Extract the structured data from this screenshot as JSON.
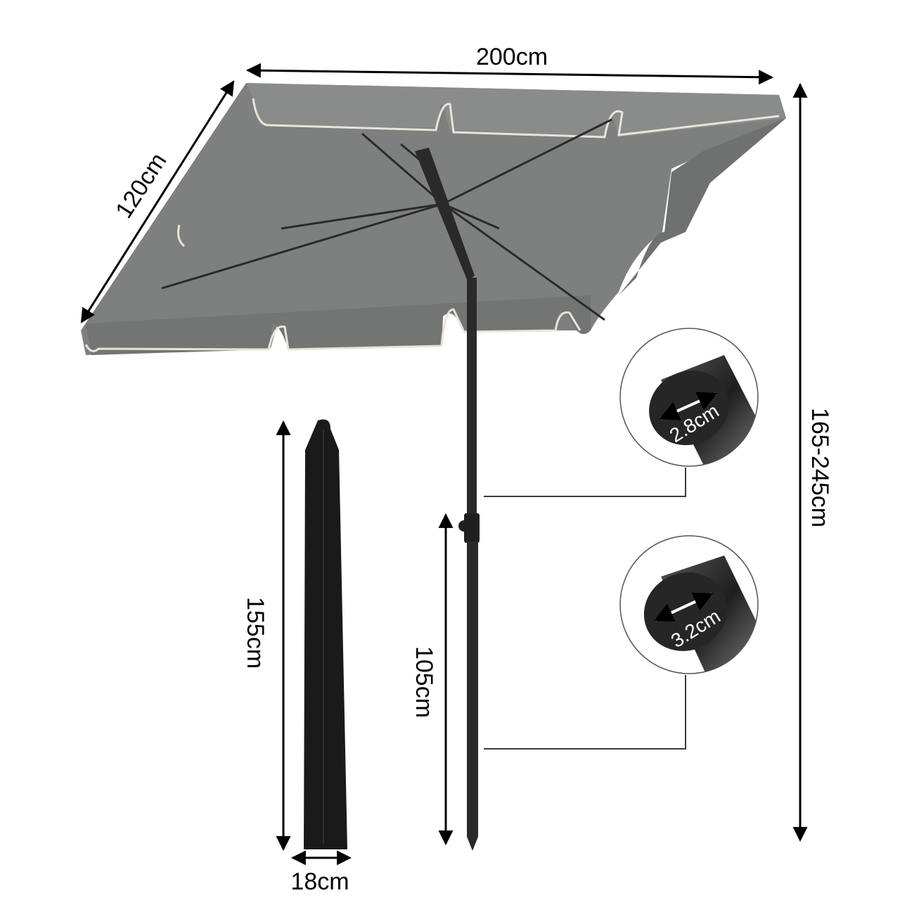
{
  "dimensions": {
    "canopy_width": "200cm",
    "canopy_depth": "120cm",
    "total_height": "165-245cm",
    "bag_length": "155cm",
    "bag_width": "18cm",
    "lower_pole_length": "105cm",
    "upper_pole_diameter": "2.8cm",
    "lower_pole_diameter": "3.2cm"
  },
  "colors": {
    "canopy": "#7e807f",
    "canopy_shade": "#6f7170",
    "piping": "#e9e4d8",
    "pole": "#2a2a2a",
    "bag": "#1a1a1a",
    "arrow": "#000000",
    "connector": "#3b3b3b"
  }
}
